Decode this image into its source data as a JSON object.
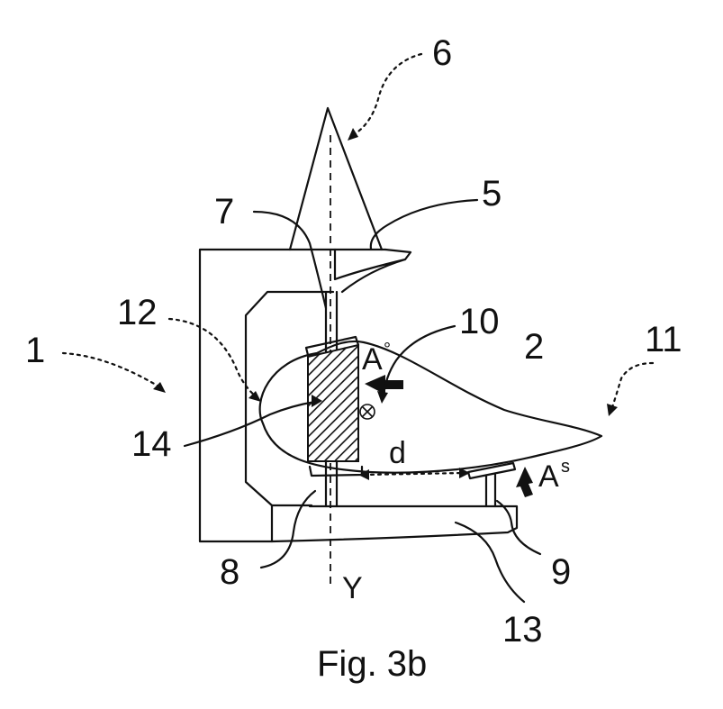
{
  "figure": {
    "caption": "Fig. 3b",
    "reference_numerals": {
      "r1": "1",
      "r2": "2",
      "r5": "5",
      "r6": "6",
      "r7": "7",
      "r8": "8",
      "r9": "9",
      "r10": "10",
      "r11": "11",
      "r12": "12",
      "r13": "13",
      "r14": "14"
    },
    "symbols": {
      "d": "d",
      "y_axis": "Y",
      "a_base": "A",
      "a_top_sup": "°",
      "a_side_sup": "s"
    }
  }
}
